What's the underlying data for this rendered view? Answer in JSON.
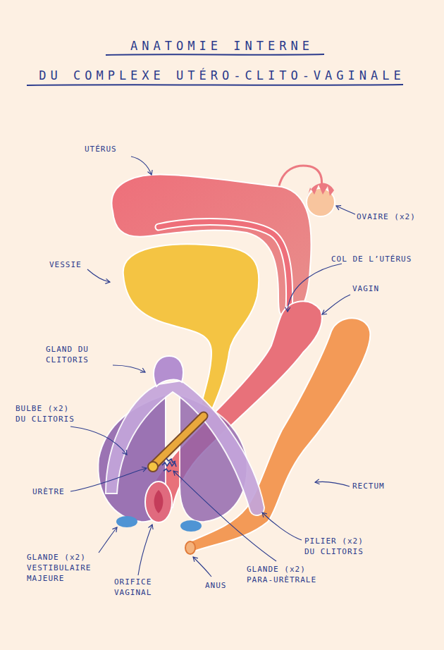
{
  "diagram": {
    "title": "ANATOMIE INTERNE DU COMPLEXE UTÉRO-CLITO-VAGINALE",
    "labels": [
      "UTÉRUS",
      "OVAIRE (x2)",
      "VESSIE",
      "COL DE L’UTÉRUS",
      "VAGIN",
      "GLAND DU CLITORIS",
      "BULBE (x2) DU CLITORIS",
      "URÈTRE",
      "RECTUM",
      "GLANDE (x2) VESTIBULAIRE MAJEURE",
      "PILIER (x2) DU CLITORIS",
      "GLANDE (x2) PARA-URÈTRALE",
      "ORIFICE VAGINAL",
      "ANUS"
    ]
  }
}
